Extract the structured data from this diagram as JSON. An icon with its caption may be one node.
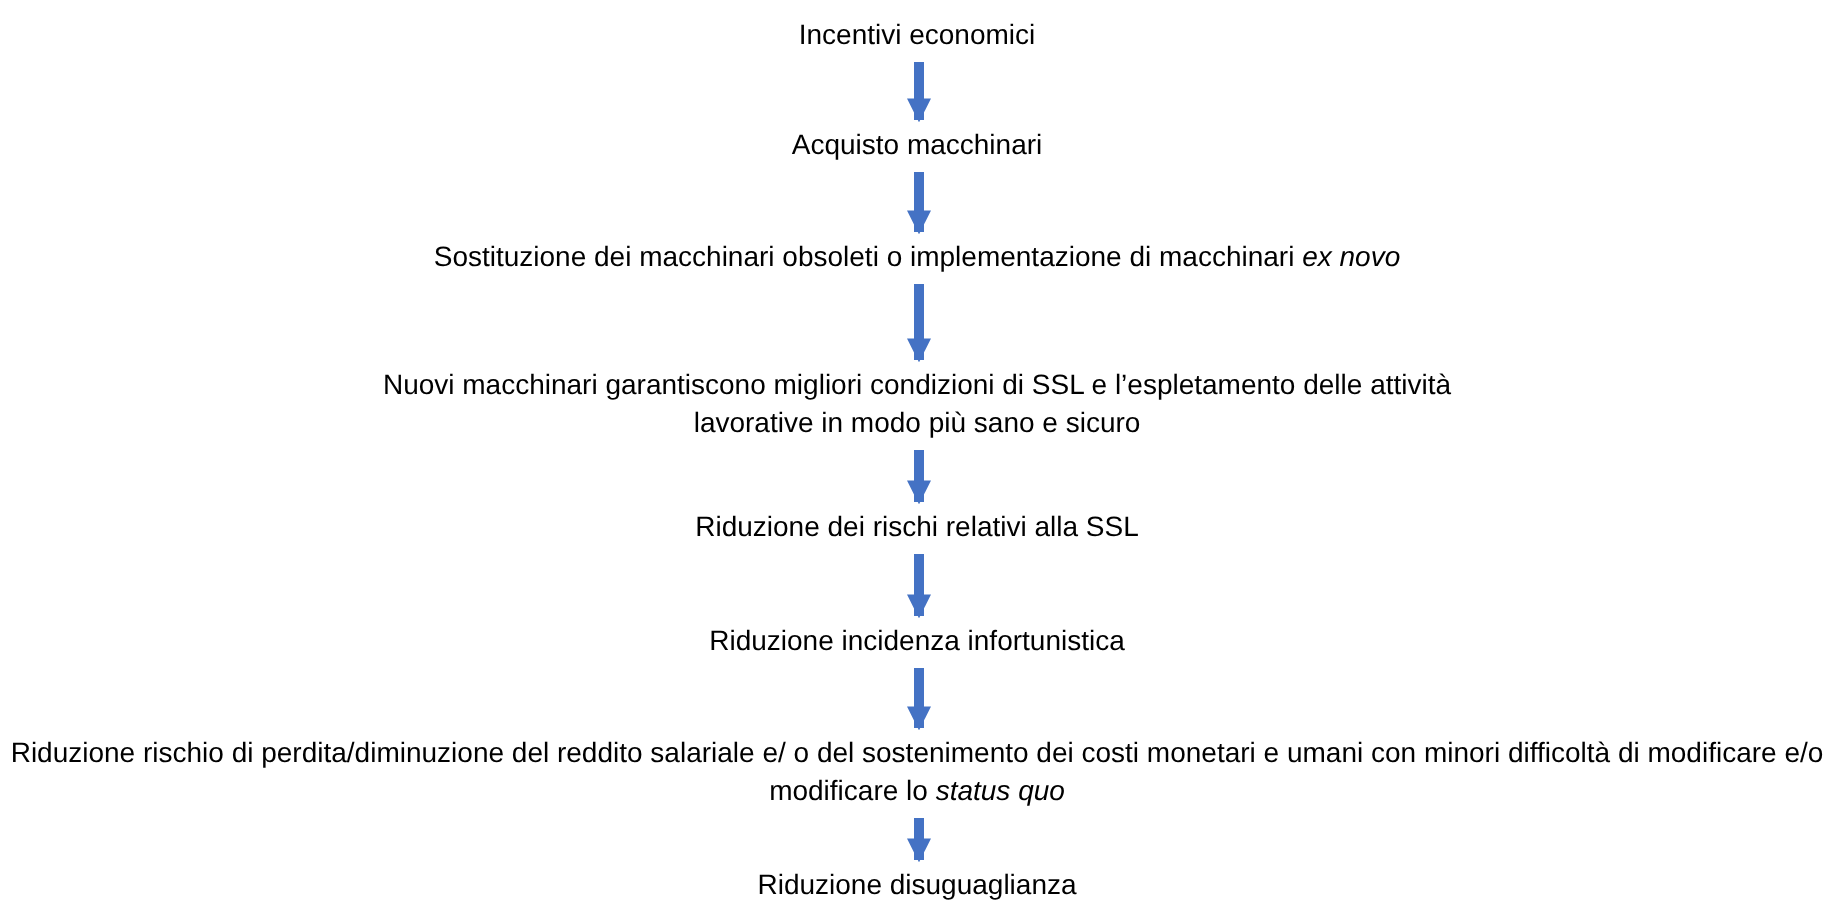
{
  "diagram": {
    "nodes": [
      {
        "text": [
          "Incentivi economici"
        ]
      },
      {
        "text": [
          "Acquisto macchinari"
        ]
      },
      {
        "text": [
          "Sostituzione dei macchinari obsoleti o implementazione di macchinari *ex novo*"
        ]
      },
      {
        "text": [
          "Nuovi macchinari garantiscono migliori condizioni di SSL e l’espletamento delle attività lavorative in modo più sano e sicuro"
        ]
      },
      {
        "text": [
          "Riduzione dei rischi relativi alla SSL"
        ]
      },
      {
        "text": [
          "Riduzione incidenza infortunistica"
        ]
      },
      {
        "text": [
          "Riduzione rischio di perdita/diminuzione del reddito salariale e/ o del sostenimento dei costi monetari e umani con minori difficoltà di modificare e/o modificare lo *status quo*"
        ]
      },
      {
        "text": [
          "Riduzione disuguaglianza"
        ]
      }
    ],
    "edges": [
      {
        "from": 0,
        "to": 1,
        "arrow": "to"
      },
      {
        "from": 1,
        "to": 2,
        "arrow": "to"
      },
      {
        "from": 2,
        "to": 3,
        "arrow": "to"
      },
      {
        "from": 3,
        "to": 4,
        "arrow": "to"
      },
      {
        "from": 4,
        "to": 5,
        "arrow": "to"
      },
      {
        "from": 5,
        "to": 6,
        "arrow": "to"
      },
      {
        "from": 6,
        "to": 7,
        "arrow": "to"
      }
    ]
  }
}
